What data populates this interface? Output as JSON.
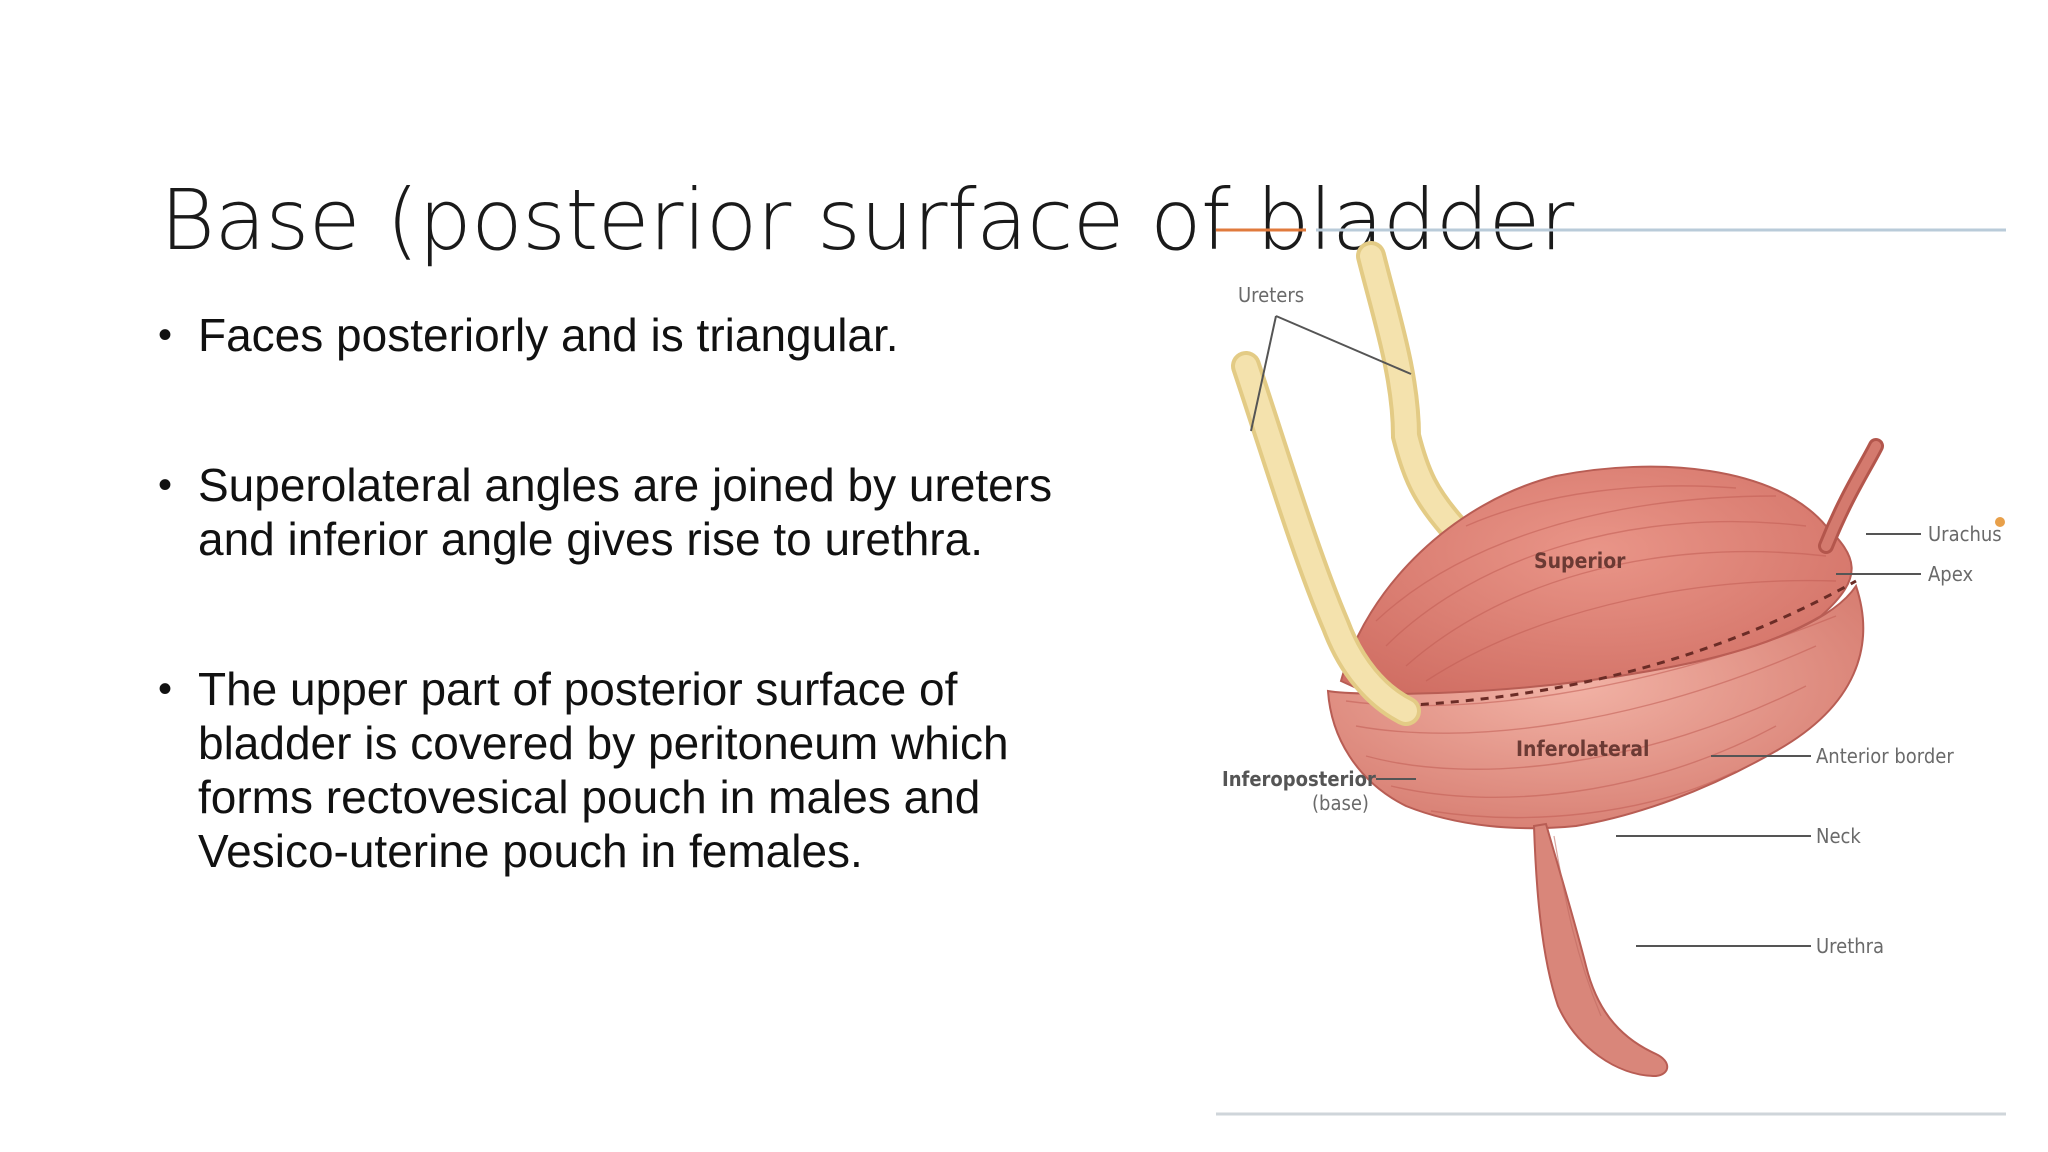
{
  "slide": {
    "title": "Base (posterior surface of bladder",
    "bullets": [
      "Faces posteriorly and is triangular.",
      "Superolateral angles are joined by ureters and inferior angle gives rise to urethra.",
      "The upper part of posterior surface of bladder is covered by peritoneum which forms rectovesical pouch in males and Vesico-uterine pouch in females."
    ]
  },
  "figure": {
    "labels": {
      "ureters": "Ureters",
      "urachus": "Urachus",
      "apex": "Apex",
      "superior": "Superior",
      "inferolateral": "Inferolateral",
      "anterior_border": "Anterior border",
      "inferoposterior": "Inferoposterior",
      "base": "(base)",
      "neck": "Neck",
      "urethra": "Urethra"
    },
    "colors": {
      "muscle": "#e2857a",
      "muscle_dark": "#c9665c",
      "ureter": "#f2dca0",
      "rule_accent": "#e07a3c",
      "rule": "#b9cbd9"
    }
  }
}
